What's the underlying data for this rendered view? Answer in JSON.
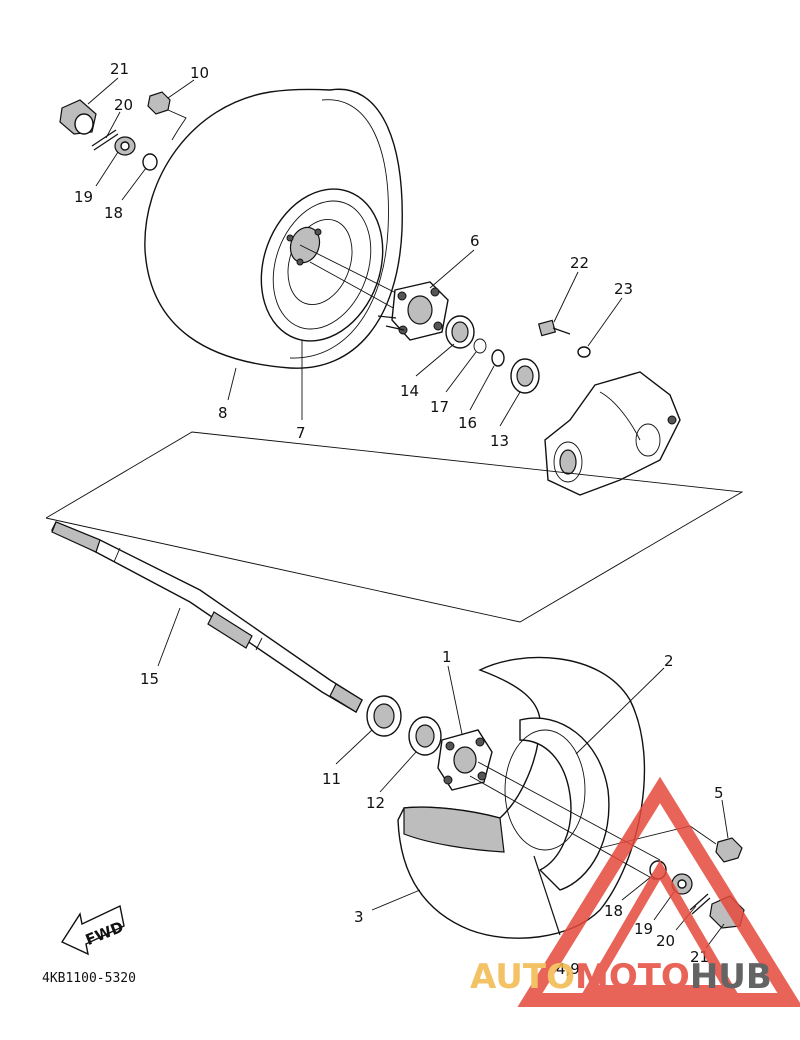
{
  "diagram_code": "4KB1100-5320",
  "fwd_label": "FWD",
  "watermark": {
    "part_a": "AUTO",
    "part_b": "MOTO",
    "part_c": "HUB",
    "colors": {
      "a": "#f2b84a",
      "b": "#e64a3c",
      "c": "#4a4a4a",
      "triangle": "#e64a3c"
    }
  },
  "callouts": [
    {
      "id": "c21a",
      "text": "21"
    },
    {
      "id": "c10",
      "text": "10"
    },
    {
      "id": "c20a",
      "text": "20"
    },
    {
      "id": "c19a",
      "text": "19"
    },
    {
      "id": "c18a",
      "text": "18"
    },
    {
      "id": "c6",
      "text": "6"
    },
    {
      "id": "c22",
      "text": "22"
    },
    {
      "id": "c23",
      "text": "23"
    },
    {
      "id": "c8",
      "text": "8"
    },
    {
      "id": "c7",
      "text": "7"
    },
    {
      "id": "c14",
      "text": "14"
    },
    {
      "id": "c17",
      "text": "17"
    },
    {
      "id": "c16",
      "text": "16"
    },
    {
      "id": "c13",
      "text": "13"
    },
    {
      "id": "c15",
      "text": "15"
    },
    {
      "id": "c1",
      "text": "1"
    },
    {
      "id": "c2",
      "text": "2"
    },
    {
      "id": "c11",
      "text": "11"
    },
    {
      "id": "c12",
      "text": "12"
    },
    {
      "id": "c5",
      "text": "5"
    },
    {
      "id": "c3",
      "text": "3"
    },
    {
      "id": "c18b",
      "text": "18"
    },
    {
      "id": "c19b",
      "text": "19"
    },
    {
      "id": "c20b",
      "text": "20"
    },
    {
      "id": "c21b",
      "text": "21"
    },
    {
      "id": "c49",
      "text": "4,9"
    }
  ]
}
